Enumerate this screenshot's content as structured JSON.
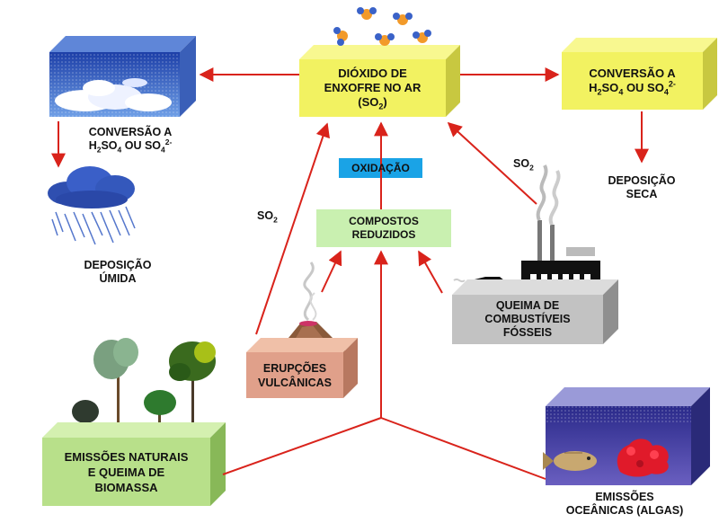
{
  "center_box": {
    "line1": "DIÓXIDO DE",
    "line2": "ENXOFRE NO AR",
    "formula_pre": "(SO",
    "formula_sub": "2",
    "formula_post": ")"
  },
  "right_box": {
    "line1": "CONVERSÃO A",
    "h": "H",
    "sub2": "2",
    "so": "SO",
    "sub4": "4",
    "or": " OU SO",
    "sub4b": "4",
    "charge": "2-"
  },
  "left_label": {
    "line1": "CONVERSÃO A",
    "h": "H",
    "sub2": "2",
    "so": "SO",
    "sub4": "4",
    "or": " OU SO",
    "sub4b": "4",
    "charge": "2-"
  },
  "oxidation": "OXIDAÇÃO",
  "reduced": {
    "line1": "COMPOSTOS",
    "line2": "REDUZIDOS"
  },
  "so2_left": {
    "main": "SO",
    "sub": "2"
  },
  "so2_right": {
    "main": "SO",
    "sub": "2"
  },
  "dry_deposition": {
    "line1": "DEPOSIÇÃO",
    "line2": "SECA"
  },
  "wet_deposition": {
    "line1": "DEPOSIÇÃO",
    "line2": "ÚMIDA"
  },
  "volcanic": {
    "line1": "ERUPÇÕES",
    "line2": "VULCÂNICAS"
  },
  "fossil": {
    "line1": "QUEIMA DE",
    "line2": "COMBUSTÍVEIS",
    "line3": "FÓSSEIS"
  },
  "natural": {
    "line1": "EMISSÕES NATURAIS",
    "line2": "E QUEIMA DE",
    "line3": "BIOMASSA"
  },
  "oceanic": {
    "line1": "EMISSÕES",
    "line2": "OCEÂNICAS (ALGAS)"
  },
  "colors": {
    "arrow": "#d9231b",
    "yellow_box": "#f2f261",
    "green_box": "#b8e08a",
    "light_green_box": "#c9f0b0",
    "blue_box": "#1aa3e6",
    "gray_box": "#c2c2c2",
    "salmon_box": "#e0a08a",
    "ocean": "#2a2a8a"
  }
}
